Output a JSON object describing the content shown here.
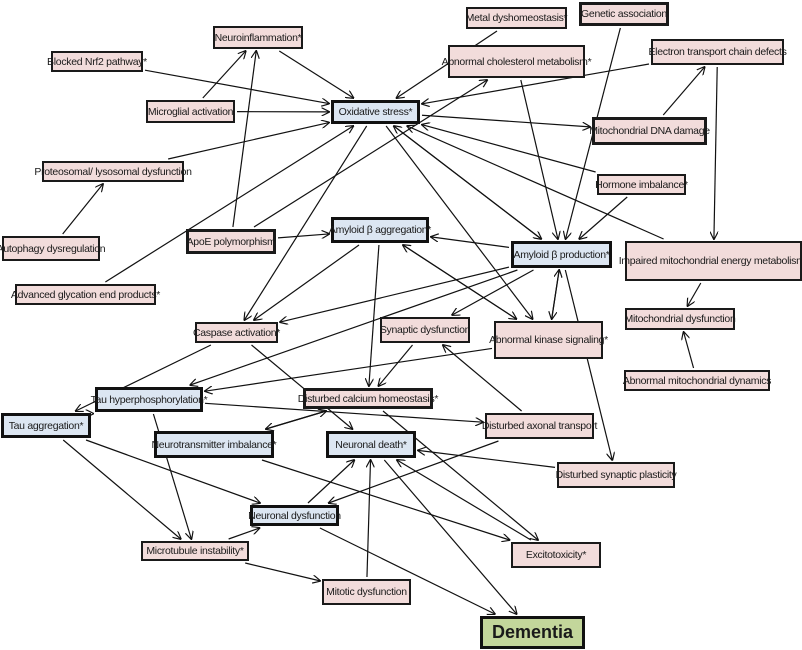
{
  "title": "Pathways to dementia",
  "nodes": {
    "metal": {
      "label": "Metal dyshomeostasis*",
      "type": "risk"
    },
    "genetic": {
      "label": "Genetic association",
      "type": "risk"
    },
    "neuroinfl": {
      "label": "Neuroinflammation*",
      "type": "risk"
    },
    "nrf2": {
      "label": "Blocked Nrf2 pathway*",
      "type": "risk"
    },
    "cholesterol": {
      "label": "Abnormal cholesterol metabolism*",
      "type": "risk"
    },
    "etc": {
      "label": "Electron transport chain defects",
      "type": "risk"
    },
    "microglia": {
      "label": "Microglial  activation",
      "type": "risk"
    },
    "oxstress": {
      "label": "Oxidative stress*",
      "type": "core"
    },
    "mtdna": {
      "label": "Mitochondrial DNA damage",
      "type": "risk"
    },
    "proteo": {
      "label": "Proteosomal/ lysosomal dysfunction",
      "type": "risk"
    },
    "hormone": {
      "label": "Hormone imbalance*",
      "type": "risk"
    },
    "autophagy": {
      "label": "Autophagy dysregulation",
      "type": "risk"
    },
    "apoe": {
      "label": "ApoE polymorphism",
      "type": "risk"
    },
    "abagg": {
      "label": "Amyloid β aggregation*",
      "type": "core"
    },
    "abprod": {
      "label": "Amyloid β production*",
      "type": "core"
    },
    "impaired": {
      "label": "Impaired mitochondrial energy metabolism*",
      "type": "risk"
    },
    "age": {
      "label": "Advanced glycation end products*",
      "type": "risk"
    },
    "caspase": {
      "label": "Caspase activation*",
      "type": "risk"
    },
    "synaptic": {
      "label": "Synaptic dysfunction",
      "type": "risk"
    },
    "kinase": {
      "label": "Abnormal kinase signaling*",
      "type": "risk"
    },
    "mitodys": {
      "label": "Mitochondrial dysfunction",
      "type": "risk"
    },
    "mitodyn": {
      "label": "Abnormal mitochondrial dynamics",
      "type": "risk"
    },
    "tauhyper": {
      "label": "Tau hyperphosphorylation*",
      "type": "core"
    },
    "calcium": {
      "label": "Disturbed calcium homeostasis*",
      "type": "risk"
    },
    "tauagg": {
      "label": "Tau aggregation*",
      "type": "core"
    },
    "axonal": {
      "label": "Disturbed axonal transport",
      "type": "risk"
    },
    "neurotrans": {
      "label": "Neurotransmitter imbalance*",
      "type": "core"
    },
    "death": {
      "label": "Neuronal death*",
      "type": "core"
    },
    "plasticity": {
      "label": "Disturbed synaptic plasticity",
      "type": "risk"
    },
    "neurodys": {
      "label": "Neuronal dysfunction",
      "type": "core"
    },
    "microtub": {
      "label": "Microtubule instability*",
      "type": "risk"
    },
    "excito": {
      "label": "Excitotoxicity*",
      "type": "risk"
    },
    "mitotic": {
      "label": "Mitotic dysfunction",
      "type": "risk"
    },
    "dementia": {
      "label": "Dementia",
      "type": "outcome"
    }
  },
  "edges": [
    [
      "metal",
      "oxstress"
    ],
    [
      "neuroinfl",
      "oxstress"
    ],
    [
      "nrf2",
      "oxstress"
    ],
    [
      "microglia",
      "oxstress"
    ],
    [
      "microglia",
      "neuroinfl"
    ],
    [
      "proteo",
      "oxstress"
    ],
    [
      "autophagy",
      "proteo"
    ],
    [
      "age",
      "oxstress"
    ],
    [
      "apoe",
      "neuroinfl"
    ],
    [
      "apoe",
      "cholesterol"
    ],
    [
      "apoe",
      "abagg"
    ],
    [
      "etc",
      "oxstress"
    ],
    [
      "oxstress",
      "mtdna"
    ],
    [
      "mtdna",
      "etc"
    ],
    [
      "hormone",
      "oxstress"
    ],
    [
      "hormone",
      "abprod"
    ],
    [
      "genetic",
      "abprod"
    ],
    [
      "cholesterol",
      "abprod"
    ],
    [
      "etc",
      "impaired"
    ],
    [
      "impaired",
      "oxstress"
    ],
    [
      "impaired",
      "mitodys"
    ],
    [
      "mitodyn",
      "mitodys"
    ],
    [
      "oxstress",
      "abprod"
    ],
    [
      "oxstress",
      "kinase"
    ],
    [
      "oxstress",
      "caspase"
    ],
    [
      "abprod",
      "abagg"
    ],
    [
      "abprod",
      "oxstress"
    ],
    [
      "abagg",
      "caspase"
    ],
    [
      "abagg",
      "kinase"
    ],
    [
      "kinase",
      "abagg"
    ],
    [
      "abprod",
      "synaptic"
    ],
    [
      "abprod",
      "kinase"
    ],
    [
      "kinase",
      "abprod"
    ],
    [
      "abprod",
      "caspase"
    ],
    [
      "abprod",
      "tauhyper"
    ],
    [
      "abprod",
      "plasticity"
    ],
    [
      "abagg",
      "calcium"
    ],
    [
      "kinase",
      "tauhyper"
    ],
    [
      "synaptic",
      "calcium"
    ],
    [
      "axonal",
      "synaptic"
    ],
    [
      "caspase",
      "tauagg"
    ],
    [
      "caspase",
      "death"
    ],
    [
      "tauhyper",
      "tauagg"
    ],
    [
      "tauhyper",
      "axonal"
    ],
    [
      "tauhyper",
      "microtub"
    ],
    [
      "neurotrans",
      "calcium"
    ],
    [
      "calcium",
      "neurotrans"
    ],
    [
      "calcium",
      "excito"
    ],
    [
      "plasticity",
      "death"
    ],
    [
      "axonal",
      "neurodys"
    ],
    [
      "tauagg",
      "microtub"
    ],
    [
      "tauagg",
      "neurodys"
    ],
    [
      "neurotrans",
      "excito"
    ],
    [
      "neurodys",
      "death"
    ],
    [
      "microtub",
      "neurodys"
    ],
    [
      "microtub",
      "mitotic"
    ],
    [
      "mitotic",
      "death"
    ],
    [
      "excito",
      "death"
    ],
    [
      "death",
      "dementia"
    ],
    [
      "neurodys",
      "dementia"
    ]
  ]
}
